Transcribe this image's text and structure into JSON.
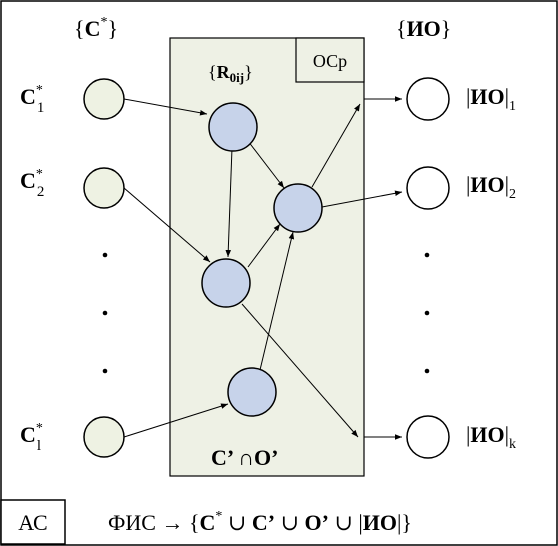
{
  "diagram": {
    "outer_box_label": "АС",
    "process_box_label": "ОСр",
    "input_set_label": "{C*}",
    "output_set_label": "{ИО}",
    "middle_set_label": "{R0ij}",
    "intersection_label": "C’ ∩ O’",
    "formula": "ФИС → {C* ∪ C’ ∪ O’ ∪ |ИО|}",
    "inputs": [
      {
        "label": "C*1"
      },
      {
        "label": "C*2"
      },
      {
        "label": "C*l"
      }
    ],
    "outputs": [
      {
        "label": "|ИО|1"
      },
      {
        "label": "|ИО|2"
      },
      {
        "label": "|ИО|k"
      }
    ],
    "input_node_color": "#eef2e3",
    "hidden_node_color": "#c7d3ea",
    "output_node_color": "#ffffff",
    "process_box_color": "#eef1e5"
  }
}
